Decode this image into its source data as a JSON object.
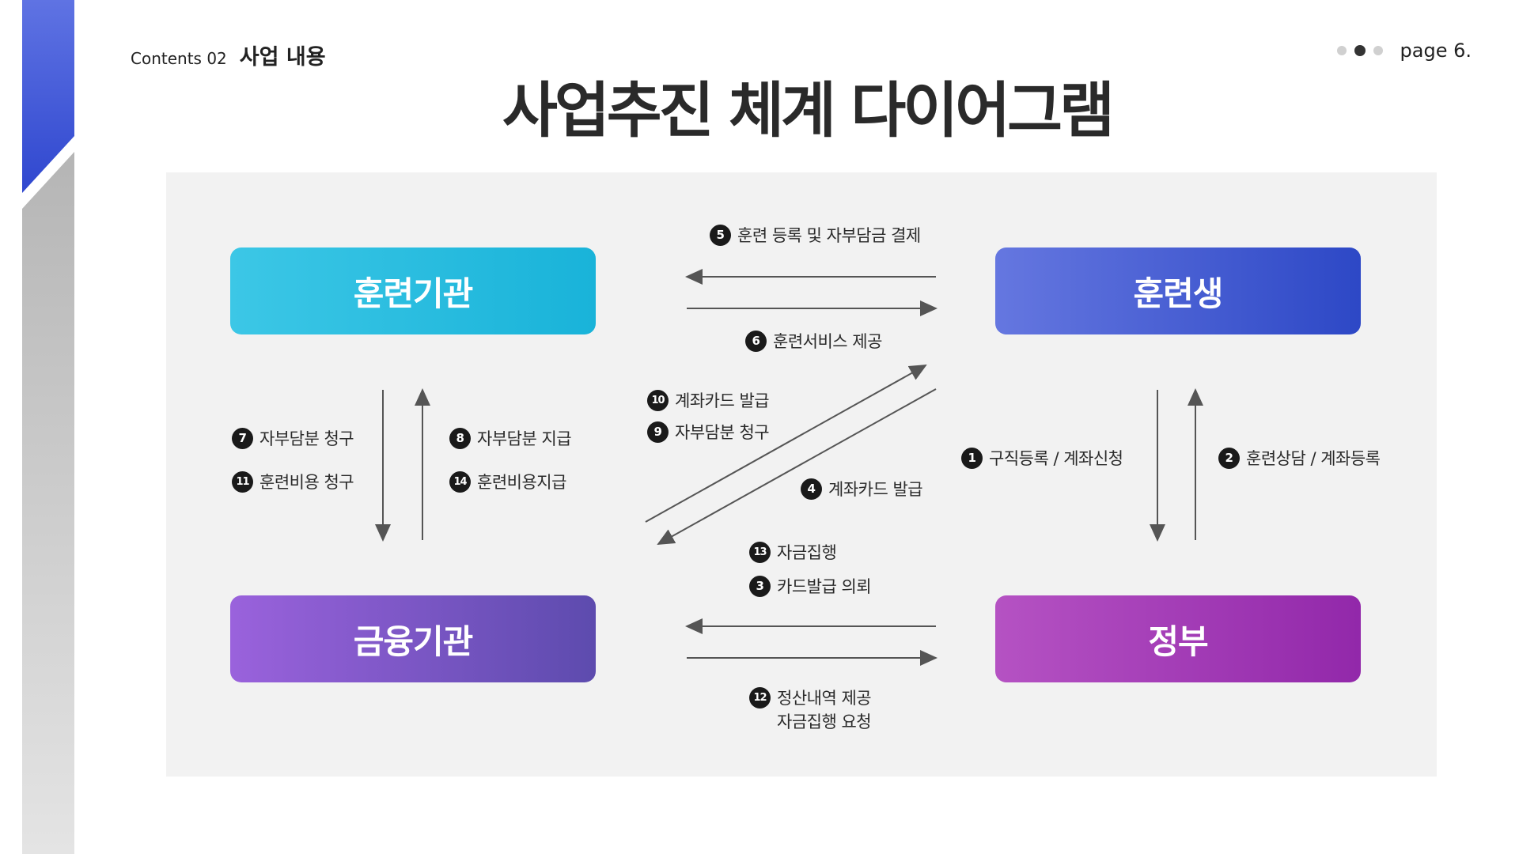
{
  "header": {
    "contents_label": "Contents 02",
    "section_title": "사업 내용",
    "page_label": "page 6."
  },
  "title": "사업추진 체계 다이어그램",
  "nodes": {
    "training_institution": "훈련기관",
    "trainee": "훈련생",
    "financial_institution": "금융기관",
    "government": "정부"
  },
  "steps": [
    {
      "no": "5",
      "text": "훈련 등록 및 자부담금 결제"
    },
    {
      "no": "6",
      "text": "훈련서비스 제공"
    },
    {
      "no": "10",
      "text": "계좌카드 발급"
    },
    {
      "no": "9",
      "text": "자부담분 청구"
    },
    {
      "no": "4",
      "text": "계좌카드 발급"
    },
    {
      "no": "7",
      "text": "자부담분 청구"
    },
    {
      "no": "11",
      "text": "훈련비용 청구"
    },
    {
      "no": "8",
      "text": "자부담분 지급"
    },
    {
      "no": "14",
      "text": "훈련비용지급"
    },
    {
      "no": "1",
      "text": "구직등록 / 계좌신청"
    },
    {
      "no": "2",
      "text": "훈련상담 / 계좌등록"
    },
    {
      "no": "13",
      "text": "자금집행"
    },
    {
      "no": "3",
      "text": "카드발급 의뢰"
    },
    {
      "no": "12",
      "text": "정산내역 제공",
      "text2": "자금집행 요청"
    }
  ],
  "colors": {
    "stripe_blue": "#3d55d6",
    "node_training": "#25bbdd",
    "node_trainee": "#4a5fd5",
    "node_financial": "#7b57c8",
    "node_government": "#a63cb7",
    "panel_bg": "#f2f2f2",
    "arrow": "#555555"
  }
}
